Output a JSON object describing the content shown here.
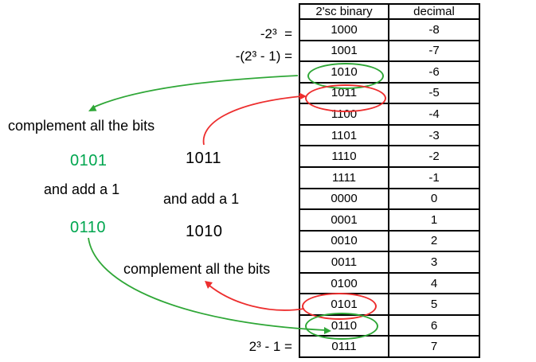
{
  "table": {
    "headers": [
      "2'sc binary",
      "decimal"
    ],
    "rows": [
      [
        "1000",
        "-8"
      ],
      [
        "1001",
        "-7"
      ],
      [
        "1010",
        "-6"
      ],
      [
        "1011",
        "-5"
      ],
      [
        "1100",
        "-4"
      ],
      [
        "1101",
        "-3"
      ],
      [
        "1110",
        "-2"
      ],
      [
        "1111",
        "-1"
      ],
      [
        "0000",
        "0"
      ],
      [
        "0001",
        "1"
      ],
      [
        "0010",
        "2"
      ],
      [
        "0011",
        "3"
      ],
      [
        "0100",
        "4"
      ],
      [
        "0101",
        "5"
      ],
      [
        "0110",
        "6"
      ],
      [
        "0111",
        "7"
      ]
    ]
  },
  "labels": {
    "neg_pow": "-2³  =",
    "neg_pow_minus_one": "-(2³ - 1) =",
    "pos_pow_minus_one": "2³ - 1 =",
    "complement_top": "complement all the bits",
    "complement_bottom": "complement all the bits",
    "add_one_left": "and add a 1",
    "add_one_right": "and add a 1",
    "result_complement_top": "0101",
    "source_value_top": "1011",
    "result_add_one": "0110",
    "result_value_bottom": "1010"
  },
  "highlights": {
    "green_circled_rows": [
      "1010",
      "0110"
    ],
    "red_circled_rows": [
      "1011",
      "0101"
    ]
  },
  "colors": {
    "green_text": "#00A64F",
    "green_line": "#2FA737",
    "red_line": "#ED2E2E",
    "table_border": "#000000",
    "text": "#000000"
  }
}
